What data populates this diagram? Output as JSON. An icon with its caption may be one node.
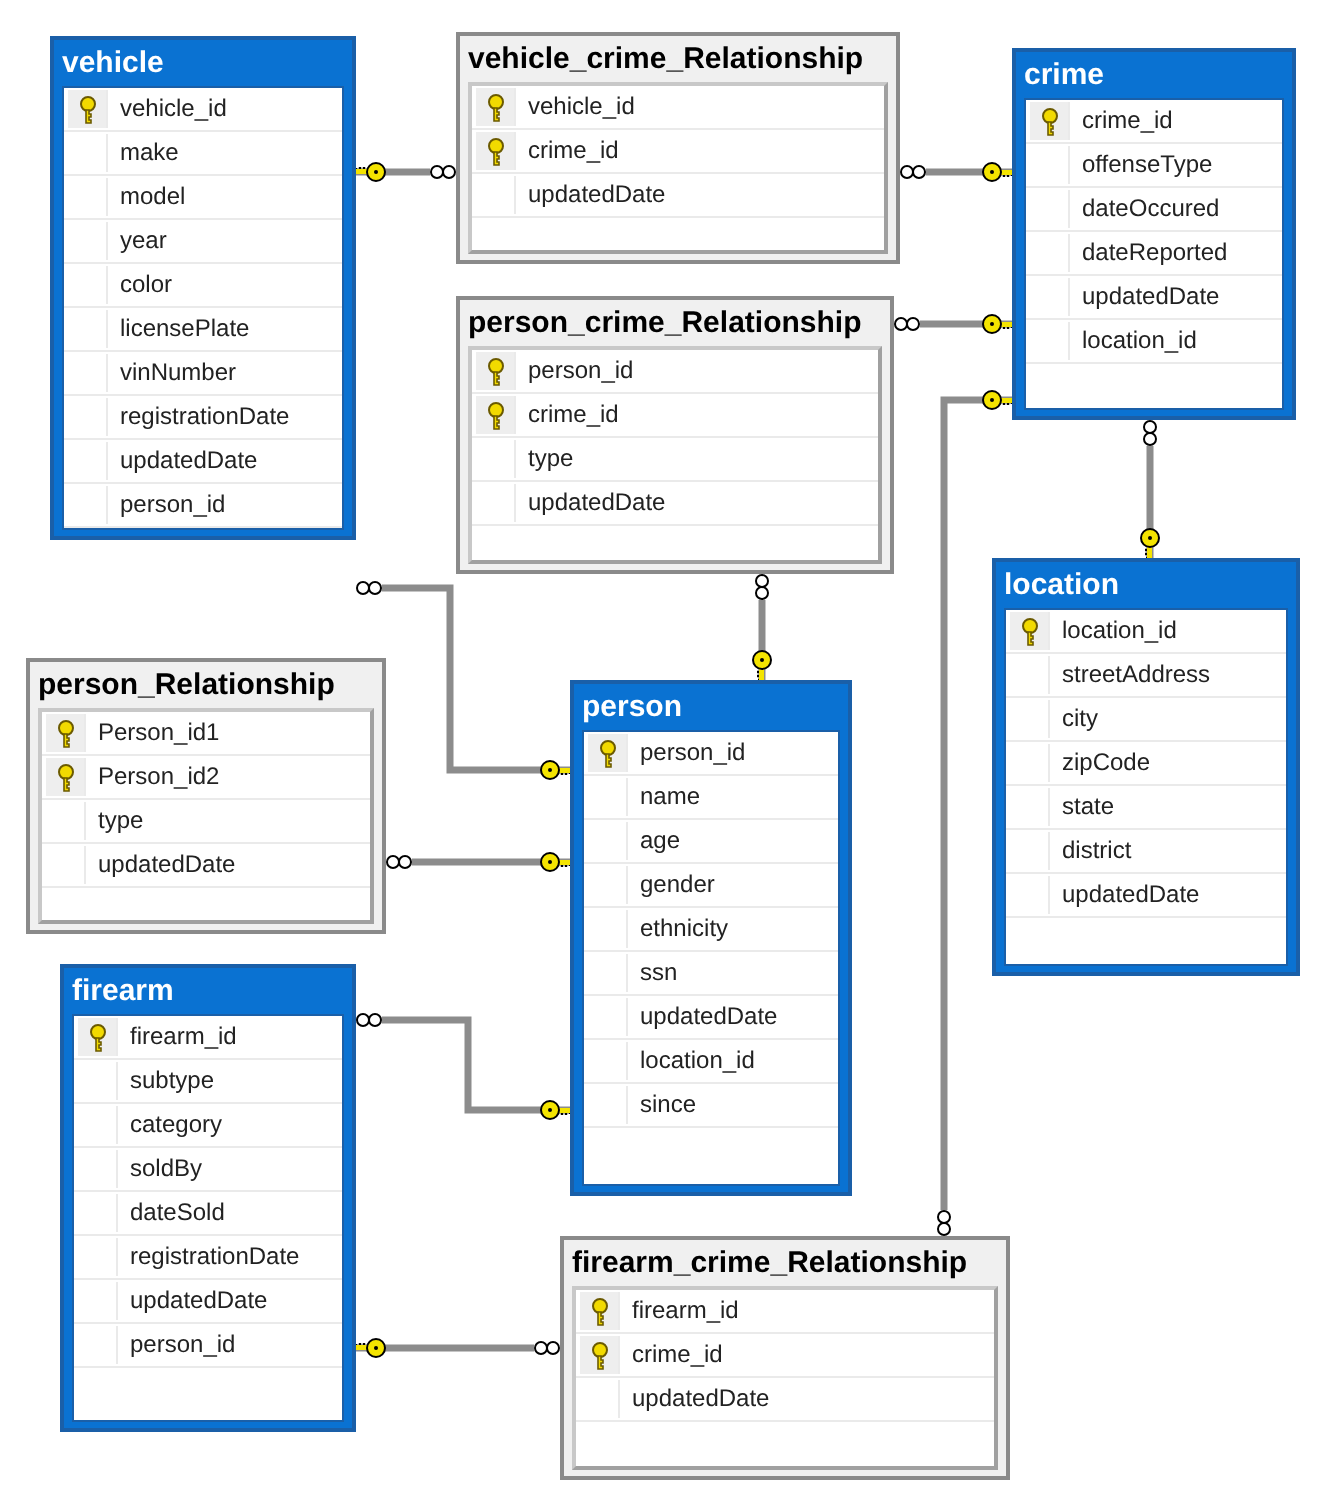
{
  "diagram": {
    "nodes": [
      {
        "text": [
          "vehicle",
          "vehicle_id",
          "make",
          "model",
          "year",
          "color",
          "licensePlate",
          "vinNumber",
          "registrationDate",
          "updatedDate",
          "person_id"
        ]
      },
      {
        "text": [
          "vehicle_crime_Relationship",
          "vehicle_id",
          "crime_id",
          "updatedDate"
        ]
      },
      {
        "text": [
          "crime",
          "crime_id",
          "offenseType",
          "dateOccured",
          "dateReported",
          "updatedDate",
          "location_id"
        ]
      },
      {
        "text": [
          "person_crime_Relationship",
          "person_id",
          "crime_id",
          "type",
          "updatedDate"
        ]
      },
      {
        "text": [
          "location",
          "location_id",
          "streetAddress",
          "city",
          "zipCode",
          "state",
          "district",
          "updatedDate"
        ]
      },
      {
        "text": [
          "person_Relationship",
          "Person_id1",
          "Person_id2",
          "type",
          "updatedDate"
        ]
      },
      {
        "text": [
          "person",
          "person_id",
          "name",
          "age",
          "gender",
          "ethnicity",
          "ssn",
          "updatedDate",
          "location_id",
          "since"
        ]
      },
      {
        "text": [
          "firearm",
          "firearm_id",
          "subtype",
          "category",
          "soldBy",
          "dateSold",
          "registrationDate",
          "updatedDate",
          "person_id"
        ]
      },
      {
        "text": [
          "firearm_crime_Relationship",
          "firearm_id",
          "crime_id",
          "updatedDate"
        ]
      }
    ],
    "edges": [
      {
        "from": 1,
        "to": 0,
        "arrow": "other"
      },
      {
        "from": 1,
        "to": 2,
        "arrow": "other"
      },
      {
        "from": 3,
        "to": 2,
        "arrow": "other"
      },
      {
        "from": 2,
        "to": 4,
        "arrow": "other"
      },
      {
        "from": 0,
        "to": 6,
        "arrow": "other"
      },
      {
        "from": 3,
        "to": 6,
        "arrow": "other"
      },
      {
        "from": 5,
        "to": 6,
        "arrow": "other"
      },
      {
        "from": 7,
        "to": 6,
        "arrow": "other"
      },
      {
        "from": 8,
        "to": 7,
        "arrow": "other"
      },
      {
        "from": 8,
        "to": 2,
        "arrow": "other"
      }
    ]
  }
}
